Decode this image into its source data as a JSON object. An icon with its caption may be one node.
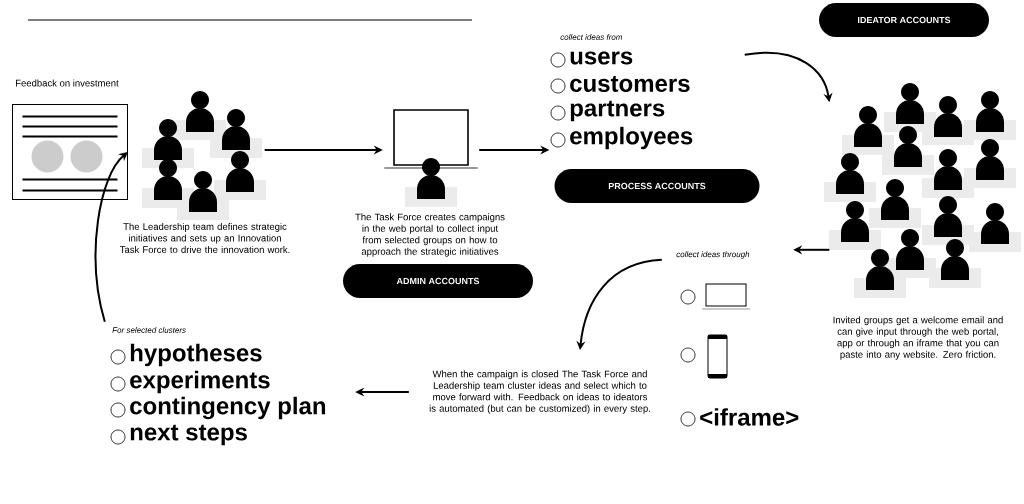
{
  "diagram": {
    "nodes": [
      {
        "text": [
          "Feedback on investment"
        ]
      },
      {
        "text": [],
        "shape": "picture",
        "beside": [
          "The Leadership team defines strategic initiatives and sets up an Innovation Task Force to drive the innovation work."
        ]
      },
      {
        "text": [],
        "shape": "picture",
        "beside": [
          "The Task Force creates campaigns in the web portal to collect input from selected groups on how to approach the strategic initiatives"
        ]
      },
      {
        "text": [
          "ADMIN ACCOUNTS"
        ]
      },
      {
        "text": [
          "collect ideas from",
          "users",
          "customers",
          "partners",
          "employees"
        ]
      },
      {
        "text": [
          "PROCESS ACCOUNTS"
        ]
      },
      {
        "text": [
          "IDEATOR ACCOUNTS"
        ]
      },
      {
        "text": [],
        "shape": "picture",
        "beside": [
          "Invited groups get a welcome email and can give input through the web portal, app or through an iframe that you can paste into any website. Zero friction."
        ]
      },
      {
        "text": [
          "collect ideas through",
          "<iframe>"
        ]
      },
      {
        "text": [
          "When the campaign is closed The Task Force and Leadership team cluster ideas and select which to move forward with. Feedback on ideas to ideators is automated (but can be customized) in every step."
        ]
      },
      {
        "text": [
          "For selected clusters",
          "hypotheses",
          "experiments",
          "contingency plan",
          "next steps"
        ]
      }
    ],
    "edges": [
      {
        "from": 10,
        "to": 0,
        "arrow": "to"
      },
      {
        "from": 1,
        "to": 2,
        "arrow": "to"
      },
      {
        "from": 2,
        "to": 4,
        "arrow": "to"
      },
      {
        "from": 4,
        "to": 7,
        "arrow": "to"
      },
      {
        "from": 7,
        "to": 8,
        "arrow": "to"
      },
      {
        "from": 8,
        "to": 9,
        "arrow": "to"
      },
      {
        "from": 9,
        "to": 10,
        "arrow": "to"
      }
    ]
  }
}
